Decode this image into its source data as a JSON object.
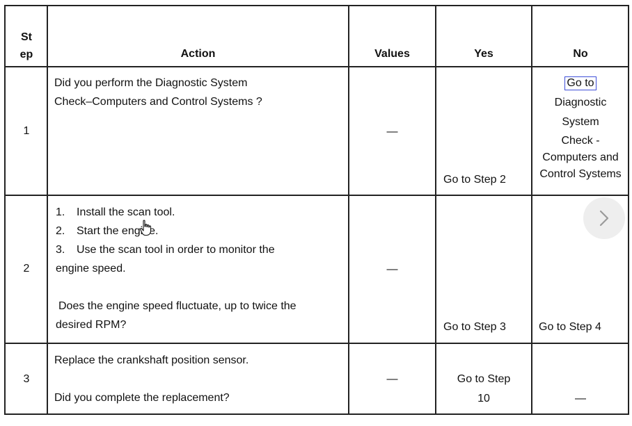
{
  "table": {
    "headers": {
      "step": [
        "St",
        "ep"
      ],
      "action": "Action",
      "values": "Values",
      "yes": "Yes",
      "no": "No"
    },
    "rows": [
      {
        "step": "1",
        "action": [
          "Did you perform the Diagnostic System",
          "Check–Computers and Control Systems ?"
        ],
        "values": "—",
        "yes": "Go to Step 2",
        "no": {
          "link": "Go to",
          "rest": [
            "Diagnostic",
            "System",
            "Check -",
            "Computers and",
            "Control Systems"
          ]
        }
      },
      {
        "step": "2",
        "action_list": [
          {
            "num": "1.",
            "text": "Install the scan tool."
          },
          {
            "num": "2.",
            "text": "Start the engine."
          },
          {
            "num": "3.",
            "text": "Use the scan tool in order to monitor the"
          }
        ],
        "action_cont": "engine speed.",
        "action_question": [
          "Does the engine speed fluctuate, up to twice the",
          "desired RPM?"
        ],
        "values": "—",
        "yes": "Go to Step 3",
        "no": "Go to Step 4"
      },
      {
        "step": "3",
        "action": "Replace the crankshaft position sensor.",
        "action_question": "Did you complete the replacement?",
        "values": "—",
        "yes": [
          "Go to Step",
          "10"
        ],
        "no": "—"
      }
    ]
  },
  "icons": {
    "next": "chevron-right-icon",
    "cursor": "hand-pointer-icon"
  },
  "colors": {
    "border": "#222222",
    "link_box": "#3f4fd8",
    "next_button_bg": "#eeeeee"
  }
}
